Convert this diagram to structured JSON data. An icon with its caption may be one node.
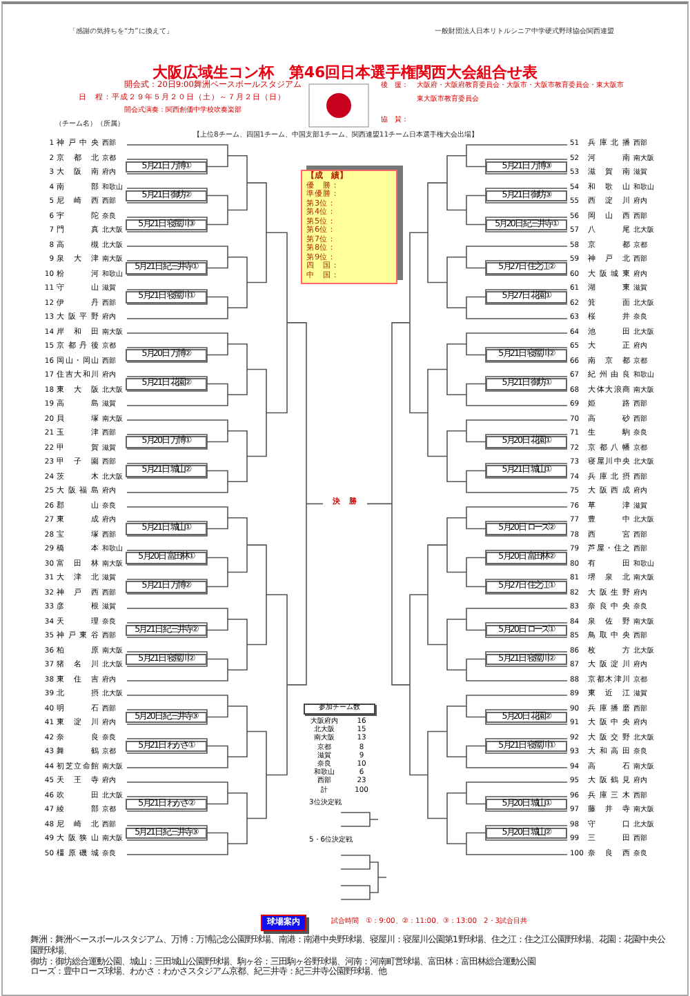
{
  "diagram": {
    "title": "大阪広域生コン杯　第46回日本選手権関西大会組合せ表",
    "nodes": [
      {
        "text": [
          "【成　績】",
          "優　勝：",
          "準優勝：",
          "第3位：",
          "第4位：",
          "第5位：",
          "第6位：",
          "第7位：",
          "第8位：",
          "第9位：",
          "四　国：",
          "中　国："
        ]
      },
      {
        "text": [
          "5月21日 万博①"
        ]
      },
      {
        "text": [
          "5月21日 御坊②"
        ]
      },
      {
        "text": [
          "5月21日 寝屋川③"
        ]
      },
      {
        "text": [
          "5月21日 紀三井寺①"
        ]
      },
      {
        "text": [
          "5月21日 寝屋川①"
        ]
      },
      {
        "text": [
          "5月20日 万博②"
        ]
      },
      {
        "text": [
          "5月21日 花園②"
        ]
      },
      {
        "text": [
          "5月20日 万博①"
        ]
      },
      {
        "text": [
          "5月21日 城山②"
        ]
      },
      {
        "text": [
          "5月21日 城山①"
        ]
      },
      {
        "text": [
          "5月20日 富田林①"
        ]
      },
      {
        "text": [
          "5月21日 万博②"
        ]
      },
      {
        "text": [
          "5月21日 紀三井寺②"
        ]
      },
      {
        "text": [
          "5月21日 寝屋川②"
        ]
      },
      {
        "text": [
          "5月20日 紀三井寺③"
        ]
      },
      {
        "text": [
          "5月21日 わかさ①"
        ]
      },
      {
        "text": [
          "5月21日 わかさ②"
        ]
      },
      {
        "text": [
          "5月21日 紀三井寺③"
        ]
      },
      {
        "text": [
          "5月21日 万博③"
        ]
      },
      {
        "text": [
          "5月21日 御坊③"
        ]
      },
      {
        "text": [
          "5月20日 紀三井寺①"
        ]
      },
      {
        "text": [
          "5月27日 住之江②"
        ]
      },
      {
        "text": [
          "5月27日 花園①"
        ]
      },
      {
        "text": [
          "5月21日 寝屋川②"
        ]
      },
      {
        "text": [
          "5月21日 御坊①"
        ]
      },
      {
        "text": [
          "5月20日 花園①"
        ]
      },
      {
        "text": [
          "5月21日 城山①"
        ]
      },
      {
        "text": [
          "5月20日 ローズ②"
        ]
      },
      {
        "text": [
          "5月20日 富田林②"
        ]
      },
      {
        "text": [
          "5月27日 住之江①"
        ]
      },
      {
        "text": [
          "5月20日 ローズ①"
        ]
      },
      {
        "text": [
          "5月21日 寝屋川②"
        ]
      },
      {
        "text": [
          "5月20日 花園②"
        ]
      },
      {
        "text": [
          "5月21日 寝屋川①"
        ]
      },
      {
        "text": [
          "5月20日 城山①"
        ]
      },
      {
        "text": [
          "5月20日 城山②"
        ]
      },
      {
        "text": [
          "参加チーム数"
        ]
      },
      {
        "text": [
          "球場案内"
        ]
      }
    ],
    "labels": [
      "「感謝の気持ちを“力”に換えて」",
      "一般財団法人日本リトルシニア中学硬式野球協会関西連盟",
      "開会式：20日9:00舞洲ベースボールスタジアム",
      "日　程：平成２９年５月２０日（土）～７月２日（日）",
      "開会式演奏：関西創価中学校吹奏楽部",
      "（チーム名）（所属）",
      "後　援：",
      "大阪府・大阪府教育委員会・大阪市・大阪市教育委員会・東大阪市",
      "東大阪市教育委員会",
      "協　賛：",
      "【上位8チーム、四国1チーム、中国支部1チーム、関西連盟11チーム日本選手権大会出場】",
      "1",
      "神戸中央",
      "西部",
      "2",
      "京都北",
      "京都",
      "3",
      "大阪南",
      "府内",
      "4",
      "南部",
      "和歌山",
      "5",
      "尼崎西",
      "西部",
      "6",
      "宇陀",
      "奈良",
      "7",
      "門真",
      "北大阪",
      "8",
      "高槻",
      "北大阪",
      "9",
      "泉大津",
      "南大阪",
      "10",
      "粉河",
      "和歌山",
      "11",
      "守山",
      "滋賀",
      "12",
      "伊丹",
      "西部",
      "13",
      "大阪平野",
      "府内",
      "14",
      "岸和田",
      "南大阪",
      "15",
      "京都丹後",
      "京都",
      "16",
      "岡山・岡山",
      "西部",
      "17",
      "住吉大和川",
      "府内",
      "18",
      "東大阪",
      "北大阪",
      "19",
      "高島",
      "滋賀",
      "20",
      "貝塚",
      "南大阪",
      "21",
      "玉津",
      "西部",
      "22",
      "甲賀",
      "滋賀",
      "23",
      "甲子園",
      "西部",
      "24",
      "茨木",
      "北大阪",
      "25",
      "大阪福島",
      "府内",
      "26",
      "郡山",
      "奈良",
      "27",
      "東成",
      "府内",
      "28",
      "宝塚",
      "西部",
      "29",
      "橋本",
      "和歌山",
      "30",
      "富田林",
      "南大阪",
      "31",
      "大津北",
      "滋賀",
      "32",
      "神戸西",
      "西部",
      "33",
      "彦根",
      "滋賀",
      "34",
      "天理",
      "奈良",
      "35",
      "神戸東谷",
      "西部",
      "36",
      "柏原",
      "南大阪",
      "37",
      "猪名川",
      "北大阪",
      "38",
      "東住吉",
      "府内",
      "39",
      "北摂",
      "北大阪",
      "40",
      "明石",
      "西部",
      "41",
      "東淀川",
      "府内",
      "42",
      "奈良",
      "奈良",
      "43",
      "舞鶴",
      "京都",
      "44",
      "初芝立命館",
      "南大阪",
      "45",
      "天王寺",
      "府内",
      "46",
      "吹田",
      "北大阪",
      "47",
      "綾部",
      "京都",
      "48",
      "尼崎北",
      "西部",
      "49",
      "大阪狭山",
      "南大阪",
      "50",
      "橿原磯城",
      "奈良",
      "51",
      "兵庫北播",
      "西部",
      "52",
      "河南",
      "南大阪",
      "53",
      "滋賀南",
      "滋賀",
      "54",
      "和歌山",
      "和歌山",
      "55",
      "西淀川",
      "府内",
      "56",
      "岡山西",
      "西部",
      "57",
      "八尾",
      "北大阪",
      "58",
      "京都",
      "京都",
      "59",
      "神戸北",
      "西部",
      "60",
      "大阪城東",
      "府内",
      "61",
      "湖東",
      "滋賀",
      "62",
      "箕面",
      "北大阪",
      "63",
      "桜井",
      "奈良",
      "64",
      "池田",
      "北大阪",
      "65",
      "大正",
      "府内",
      "66",
      "南京都",
      "京都",
      "67",
      "紀州由良",
      "和歌山",
      "68",
      "大体大浪商",
      "南大阪",
      "69",
      "姫路",
      "西部",
      "70",
      "高砂",
      "西部",
      "71",
      "生駒",
      "奈良",
      "72",
      "京都八幡",
      "京都",
      "73",
      "寝屋川中央",
      "北大阪",
      "74",
      "兵庫北摂",
      "西部",
      "75",
      "大阪西成",
      "府内",
      "76",
      "草津",
      "滋賀",
      "77",
      "豊中",
      "北大阪",
      "78",
      "西宮",
      "西部",
      "79",
      "芦屋・住之",
      "西部",
      "80",
      "有田",
      "和歌山",
      "81",
      "堺泉北",
      "南大阪",
      "82",
      "大阪生野",
      "府内",
      "83",
      "奈良中央",
      "奈良",
      "84",
      "泉佐野",
      "南大阪",
      "85",
      "鳥取中央",
      "西部",
      "86",
      "枚方",
      "北大阪",
      "87",
      "大阪淀川",
      "府内",
      "88",
      "京都木津川",
      "京都",
      "89",
      "東近江",
      "滋賀",
      "90",
      "兵庫播磨",
      "西部",
      "91",
      "大阪中央",
      "府内",
      "92",
      "大阪交野",
      "北大阪",
      "93",
      "大和高田",
      "奈良",
      "94",
      "高石",
      "南大阪",
      "95",
      "大阪鶴見",
      "府内",
      "96",
      "兵庫三木",
      "西部",
      "97",
      "藤井寺",
      "南大阪",
      "98",
      "守口",
      "北大阪",
      "99",
      "三田",
      "西部",
      "100",
      "奈良西",
      "奈良",
      "決　勝",
      "3位決定戦",
      "5・6位決定戦",
      "大阪府内",
      "16",
      "北大阪",
      "15",
      "南大阪",
      "13",
      "京都",
      "8",
      "滋賀",
      "9",
      "奈良",
      "10",
      "和歌山",
      "6",
      "西部",
      "23",
      "計",
      "100",
      "試合時間　①：9:00、②：11:00、③：13:00　2・3試合目共",
      "舞洲：舞洲ベースボールスタジアム、万博：万博記念公園野球場、南港：南港中央野球場、寝屋川：寝屋川公園第1野球場、住之江：住之江公園野球場、花園：花園中央公園野球場、",
      "御坊：御坊総合運動公園、城山：三田城山公園野球場、駒ヶ谷：三田駒ヶ谷野球場、河南：河南町営球場、富田林：富田林総合運動公園",
      "ローズ：豊中ローズ球場、わかさ：わかさスタジアム京都、紀三井寺：紀三井寺公園野球場、他"
    ]
  }
}
